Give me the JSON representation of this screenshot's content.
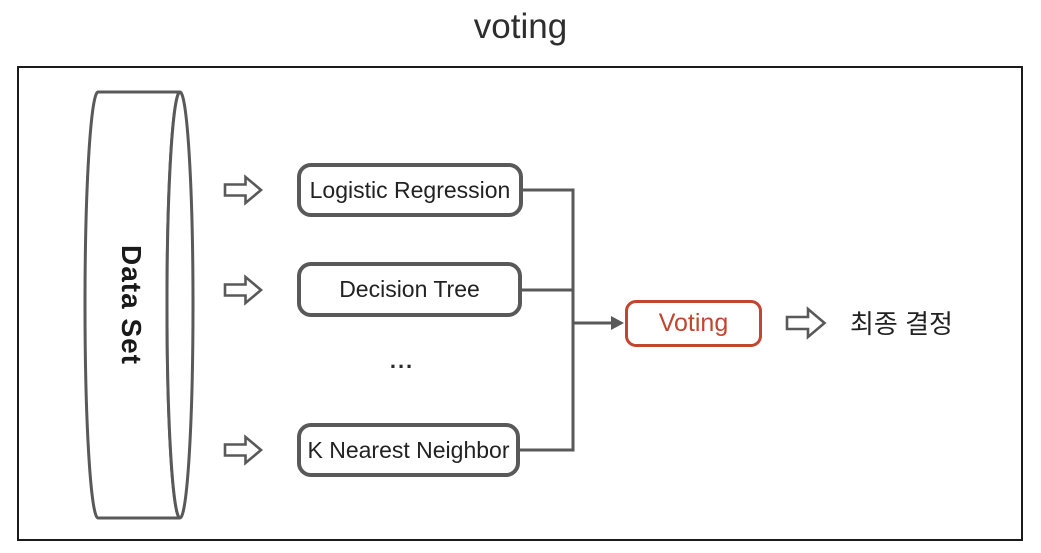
{
  "title": "voting",
  "diagram": {
    "dataset": {
      "label": "Data Set",
      "shape": "cylinder"
    },
    "models": [
      {
        "label": "Logistic Regression"
      },
      {
        "label": "Decision Tree"
      },
      {
        "label": "K Nearest Neighbor"
      }
    ],
    "ellipsis": "...",
    "voting": {
      "label": "Voting"
    },
    "final_decision": {
      "label": "최종 결정"
    },
    "icons": {
      "flow_arrow": "block-arrow-right",
      "merge_arrow": "arrowhead-right"
    },
    "colors": {
      "shape_stroke": "#595959",
      "accent_red": "#c2452f",
      "frame_border": "#1b1b1b",
      "text": "#222222",
      "background": "#ffffff"
    }
  }
}
